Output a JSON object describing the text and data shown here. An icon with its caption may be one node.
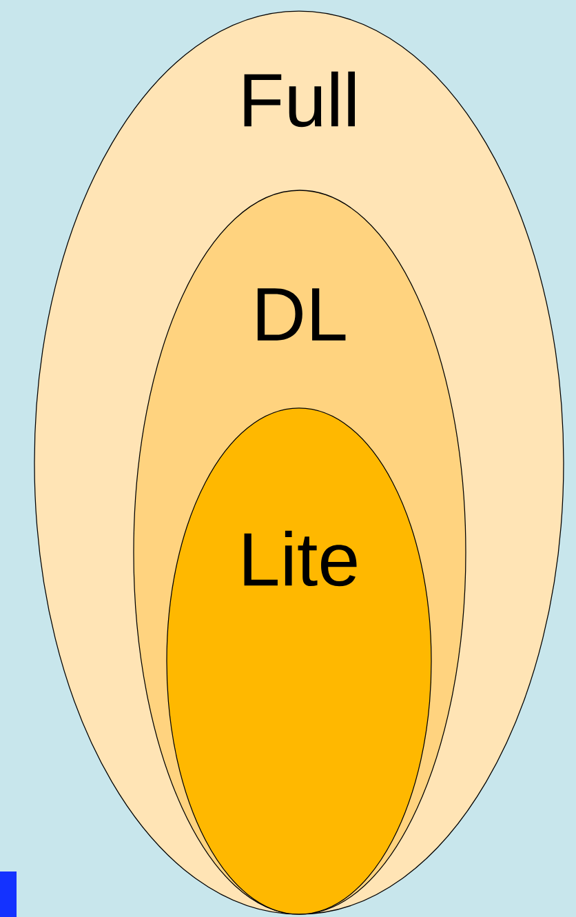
{
  "diagram": {
    "nodes": [
      {
        "text": [
          "Full"
        ]
      },
      {
        "text": [
          "DL"
        ],
        "in": 0
      },
      {
        "text": [
          "Lite"
        ],
        "in": 1
      }
    ]
  }
}
